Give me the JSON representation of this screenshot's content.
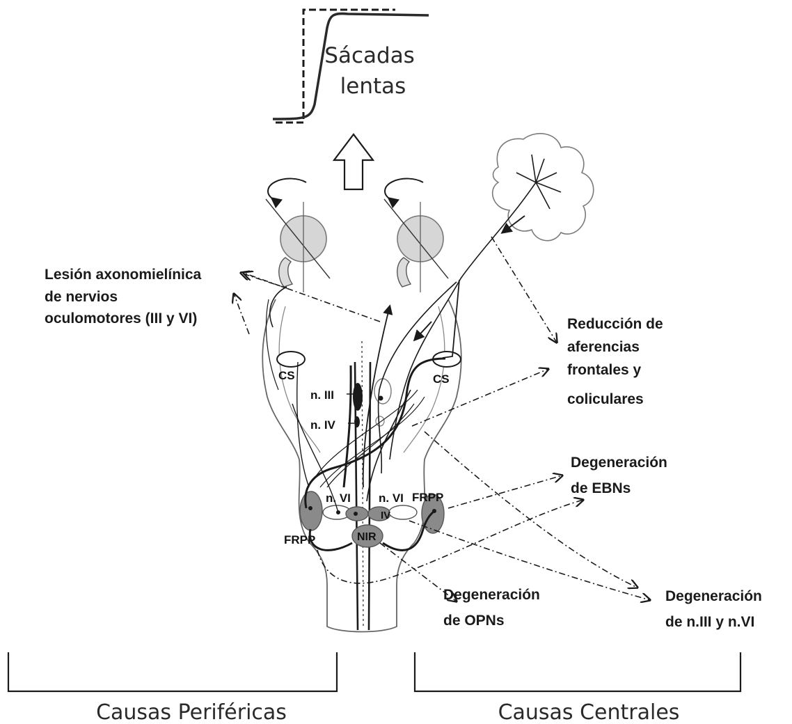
{
  "saccade_label": [
    "Sácadas",
    "lentas"
  ],
  "labels": {
    "peripheral_lesion": [
      "Lesión axonomielínica",
      "de nervios",
      "oculomotores (III y VI)"
    ],
    "afferent_reduction": [
      "Reducción de",
      "aferencias",
      "frontales y",
      "coliculares"
    ],
    "ebn_degeneration": [
      "Degeneración",
      "de EBNs"
    ],
    "opn_degeneration": [
      "Degeneración",
      "de OPNs"
    ],
    "nerve_degeneration": [
      "Degeneración",
      "de n.III y n.VI"
    ]
  },
  "structures": {
    "cs_left": "CS",
    "cs_right": "CS",
    "n3": "n. III",
    "n4": "n. IV",
    "n6_left": "n. VI",
    "n6_right": "n. VI",
    "frpp_left": "FRPP",
    "frpp_right": "FRPP",
    "nir": "NIR",
    "iv_mark": "IV"
  },
  "groups": {
    "peripheral": "Causas Periféricas",
    "central": "Causas Centrales"
  },
  "colors": {
    "line": "#1a1a1a",
    "nucleus_fill": "#8a8a8a",
    "globe_fill": "#d6d6d6",
    "outline": "#555555"
  }
}
